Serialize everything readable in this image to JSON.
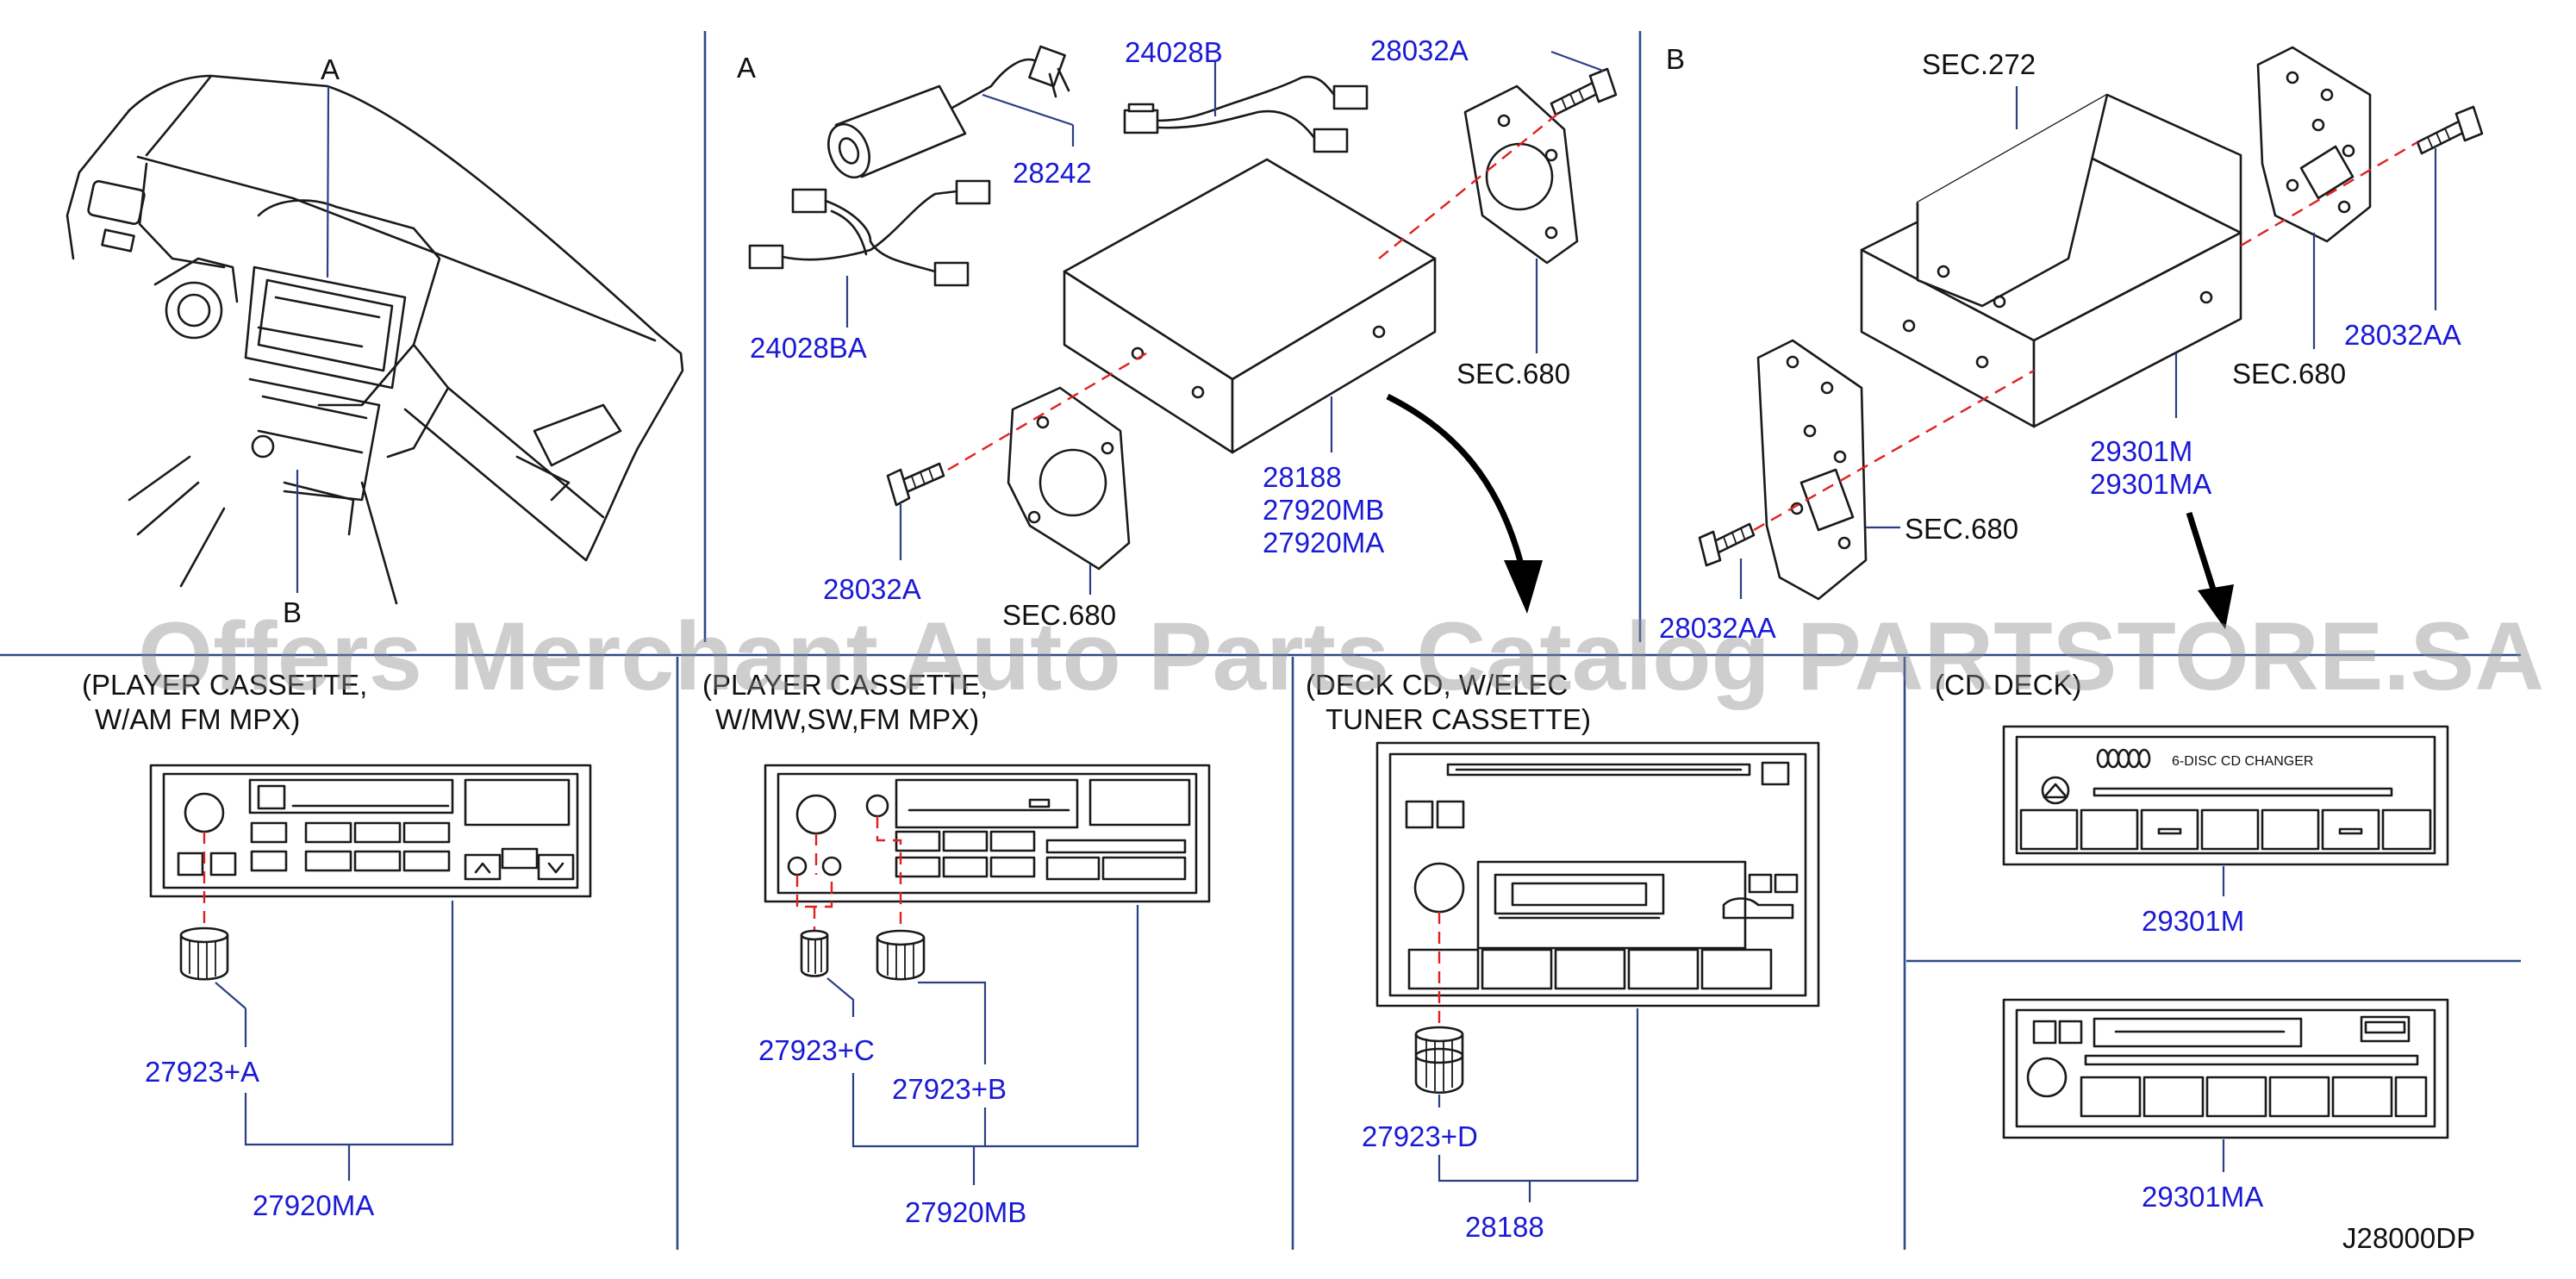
{
  "labels": {
    "dash_a": "A",
    "dash_b": "B",
    "sec_a": "A",
    "sec_b": "B",
    "sec680_1": "SEC.680",
    "sec680_2": "SEC.680",
    "sec680_3": "SEC.680",
    "sec680_4": "SEC.680",
    "sec272": "SEC.272",
    "radio1_line1": "(PLAYER CASSETTE,",
    "radio1_line2": "W/AM   FM   MPX)",
    "radio2_line1": "(PLAYER CASSETTE,",
    "radio2_line2": "W/MW,SW,FM   MPX)",
    "radio3_line1": "(DECK CD,  W/ELEC",
    "radio3_line2": "TUNER   CASSETTE)",
    "radio4_line1": "(CD   DECK)",
    "cd_brand": "6-DISC    CD    CHANGER",
    "diagram_code": "J28000DP"
  },
  "parts": {
    "p28242": "28242",
    "p24028b": "24028B",
    "p24028ba": "24028BA",
    "p28032a_top": "28032A",
    "p28032a_bottom": "28032A",
    "p28188_a": "28188",
    "p27920mb_a": "27920MB",
    "p27920ma_a": "27920MA",
    "p28032aa_right": "28032AA",
    "p28032aa_left": "28032AA",
    "p29301m_b": "29301M",
    "p29301ma_b": "29301MA",
    "p27923a": "27923+A",
    "p27920ma": "27920MA",
    "p27923c": "27923+C",
    "p27923b": "27923+B",
    "p27920mb": "27920MB",
    "p27923d": "27923+D",
    "p28188": "28188",
    "p29301m": "29301M",
    "p29301ma": "29301MA"
  },
  "watermark": "Offers Merchant Auto Parts Catalog PARTSTORE.SA",
  "colors": {
    "part_number": "#1a1ad6",
    "leader_line": "#2a3f86",
    "center_line": "#e02020",
    "divider": "#2f4a8a",
    "drawing": "#1a1a1a"
  }
}
